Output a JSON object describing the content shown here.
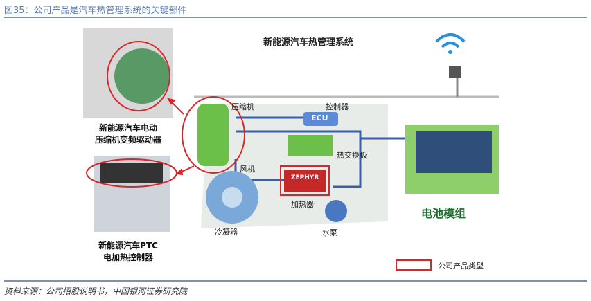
{
  "figure_title": "图35：公司产品是汽车热管理系统的关键部件",
  "diagram": {
    "title": "新能源汽车热管理系统",
    "components": {
      "compressor": "压缩机",
      "controller": "控制器",
      "ecu": "ECU",
      "heat_exchanger": "热交换板",
      "fan": "风机",
      "heater": "加热器",
      "heater_brand": "ZEPHYR",
      "condenser": "冷凝器",
      "pump": "水泵",
      "battery": "电池模组"
    },
    "captions": {
      "compressor_driver": [
        "新能源汽车电动",
        "压缩机变频驱动器"
      ],
      "ptc_controller": [
        "新能源汽车PTC",
        "电加热控制器"
      ]
    },
    "legend": "公司产品类型",
    "colors": {
      "highlight": "#d9262a",
      "green": "#6cc04a",
      "blue_pipe": "#3a5ea8"
    }
  },
  "source": "资料来源：公司招股说明书，中国银河证券研究院"
}
